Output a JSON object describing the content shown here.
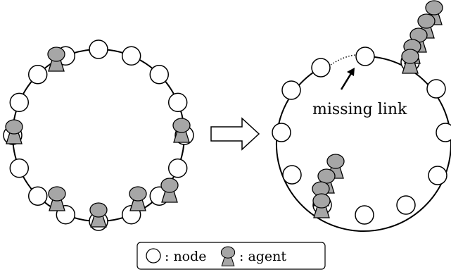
{
  "annotation": {
    "missing_link": "missing link"
  },
  "legend": {
    "node_label": ": node",
    "agent_label": ": agent"
  },
  "colors": {
    "agent_fill": "#a6a6a6",
    "outline": "#000000",
    "background": "#ffffff"
  },
  "icons": {
    "node": "node-circle-icon",
    "agent": "agent-pawn-icon",
    "transition_arrow": "hollow-right-arrow-icon"
  }
}
